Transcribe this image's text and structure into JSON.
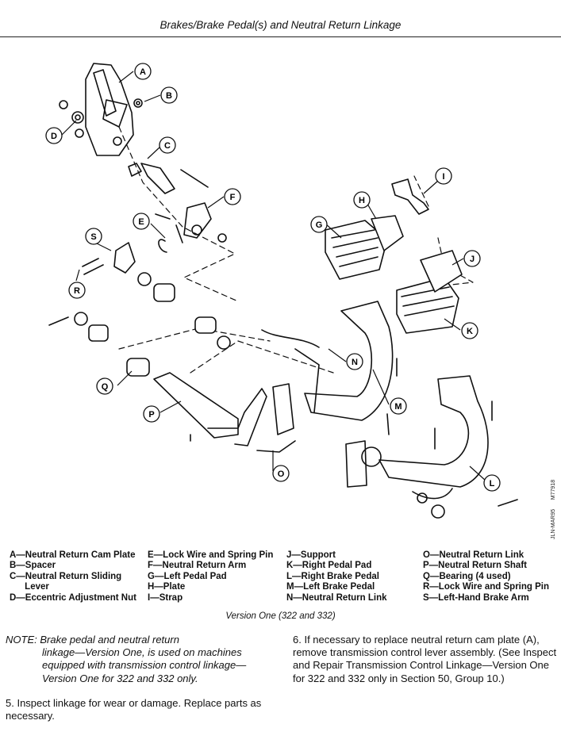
{
  "header": {
    "title": "Brakes/Brake Pedal(s) and Neutral Return Linkage"
  },
  "figure": {
    "callouts": [
      "A",
      "B",
      "C",
      "D",
      "E",
      "F",
      "G",
      "H",
      "I",
      "J",
      "K",
      "L",
      "M",
      "N",
      "O",
      "P",
      "Q",
      "R",
      "S"
    ],
    "side_codes": [
      "JLN-MAR95",
      "M77918"
    ]
  },
  "legend": {
    "col1": [
      "A—Neutral Return Cam Plate",
      "B—Spacer",
      "C—Neutral Return Sliding",
      "      Lever",
      "D—Eccentric Adjustment Nut"
    ],
    "col2": [
      "E—Lock Wire and Spring Pin",
      "F—Neutral Return Arm",
      "G—Left Pedal Pad",
      "H—Plate",
      "I—Strap"
    ],
    "col3": [
      "J—Support",
      "K—Right Pedal Pad",
      "L—Right Brake Pedal",
      "M—Left Brake Pedal",
      "N—Neutral Return Link"
    ],
    "col4": [
      "O—Neutral Return Link",
      "P—Neutral Return Shaft",
      "Q—Bearing (4 used)",
      "R—Lock Wire and Spring Pin",
      "S—Left-Hand Brake Arm"
    ]
  },
  "caption": "Version One (322 and 332)",
  "note": {
    "line1": "NOTE: Brake pedal and neutral return",
    "rest": "linkage—Version One, is used on machines equipped with transmission control linkage—Version One for 322 and 332 only."
  },
  "step5": "5. Inspect linkage for wear or damage. Replace parts as necessary.",
  "step6": "6. If necessary to replace neutral return cam plate (A), remove transmission control lever assembly. (See Inspect and Repair Transmission Control Linkage—Version One for 322 and 332 only in Section 50, Group 10.)"
}
